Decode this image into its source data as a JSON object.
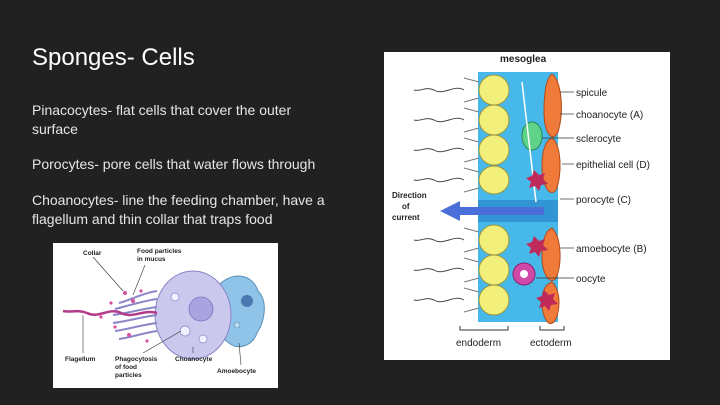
{
  "slide": {
    "title": "Sponges- Cells",
    "bullets": [
      "Pinacocytes- flat cells that cover the outer surface",
      "Porocytes- pore cells that water flows through",
      "Choanocytes- line the feeding chamber, have a flagellum and thin collar that traps food"
    ]
  },
  "figure_left": {
    "labels": {
      "collar": "Collar",
      "food_particles": "Food particles in mucus",
      "flagellum": "Flagellum",
      "phagocytosis": "Phagocytosis of food particles",
      "choanocyte": "Choanocyte",
      "amoebocyte": "Amoebocyte"
    }
  },
  "figure_right": {
    "labels": {
      "mesoglea": "mesoglea",
      "spicule": "spicule",
      "choanocyte": "choanocyte (A)",
      "sclerocyte": "sclerocyte",
      "epithelial": "epithelial cell (D)",
      "direction": "Direction of current",
      "porocyte": "porocyte (C)",
      "amoebocyte": "amoebocyte (B)",
      "oocyte": "oocyte",
      "endoderm": "endoderm",
      "ectoderm": "ectoderm"
    }
  },
  "colors": {
    "background": "#212121",
    "title": "#ffffff",
    "body_text": "#e6e6e6",
    "choanocyte_yellow": "#f2ef7a",
    "epithelial_orange": "#f07a3a",
    "mesoglea_blue": "#47b8ea",
    "current_arrow": "#4a6fd8"
  }
}
